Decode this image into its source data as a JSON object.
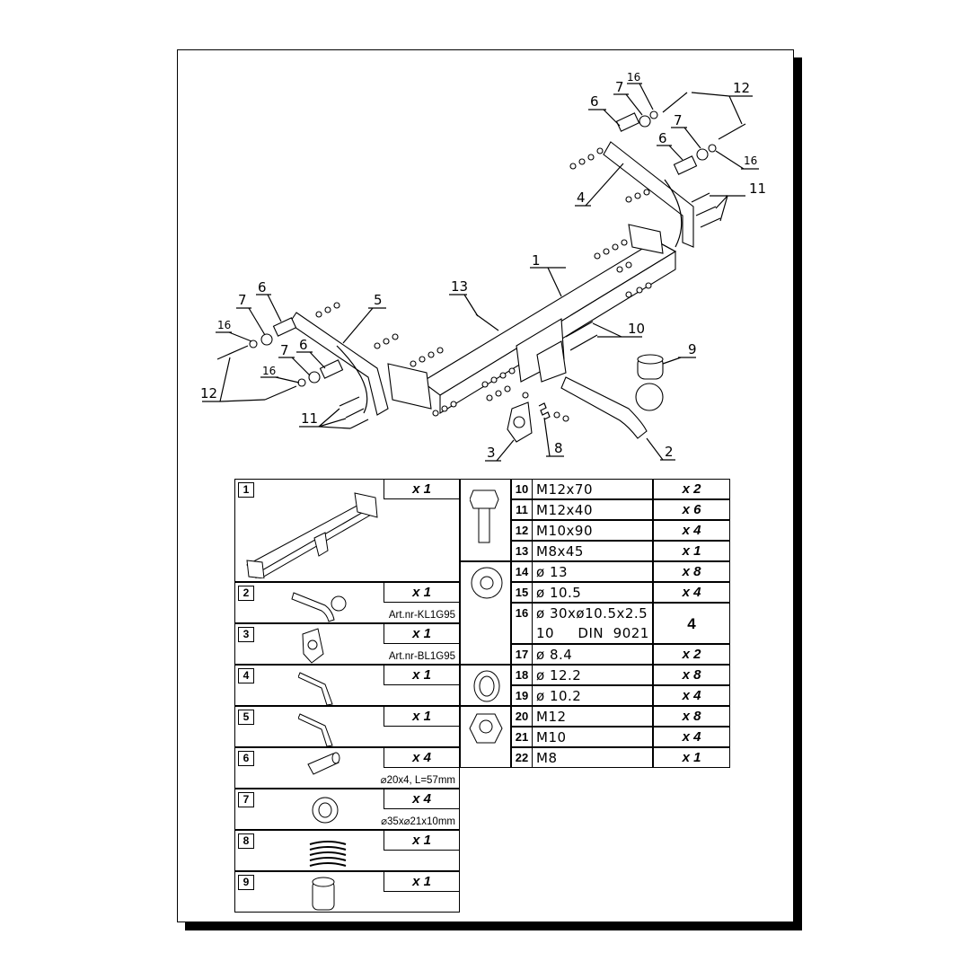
{
  "callouts": [
    "1",
    "2",
    "3",
    "4",
    "5",
    "6",
    "7",
    "8",
    "9",
    "10",
    "11",
    "12",
    "13",
    "16"
  ],
  "left_parts": [
    {
      "num": "1",
      "qty": "x 1",
      "sub": ""
    },
    {
      "num": "2",
      "qty": "x 1",
      "sub": "Art.nr-KL1G95"
    },
    {
      "num": "3",
      "qty": "x 1",
      "sub": "Art.nr-BL1G95"
    },
    {
      "num": "4",
      "qty": "x 1",
      "sub": ""
    },
    {
      "num": "5",
      "qty": "x 1",
      "sub": ""
    },
    {
      "num": "6",
      "qty": "x 4",
      "sub": "⌀20x4, L=57mm"
    },
    {
      "num": "7",
      "qty": "x 4",
      "sub": "⌀35x⌀21x10mm"
    },
    {
      "num": "8",
      "qty": "x 1",
      "sub": ""
    },
    {
      "num": "9",
      "qty": "x 1",
      "sub": ""
    }
  ],
  "right_parts": [
    {
      "num": "10",
      "spec": "M12x70",
      "qty": "x 2"
    },
    {
      "num": "11",
      "spec": "M12x40",
      "qty": "x 6"
    },
    {
      "num": "12",
      "spec": "M10x90",
      "qty": "x 4"
    },
    {
      "num": "13",
      "spec": "M8x45",
      "qty": "x 1"
    },
    {
      "num": "14",
      "spec": "ø 13",
      "qty": "x 8"
    },
    {
      "num": "15",
      "spec": "ø 10.5",
      "qty": "x 4"
    },
    {
      "num": "16",
      "spec": "ø 30xø10.5x2.5",
      "spec2": "10     DIN  9021",
      "qty": "4"
    },
    {
      "num": "17",
      "spec": "ø 8.4",
      "qty": "x 2"
    },
    {
      "num": "18",
      "spec": "ø 12.2",
      "qty": "x 8"
    },
    {
      "num": "19",
      "spec": "ø 10.2",
      "qty": "x 4"
    },
    {
      "num": "20",
      "spec": "M12",
      "qty": "x 8"
    },
    {
      "num": "21",
      "spec": "M10",
      "qty": "x 4"
    },
    {
      "num": "22",
      "spec": "M8",
      "qty": "x 1"
    }
  ]
}
